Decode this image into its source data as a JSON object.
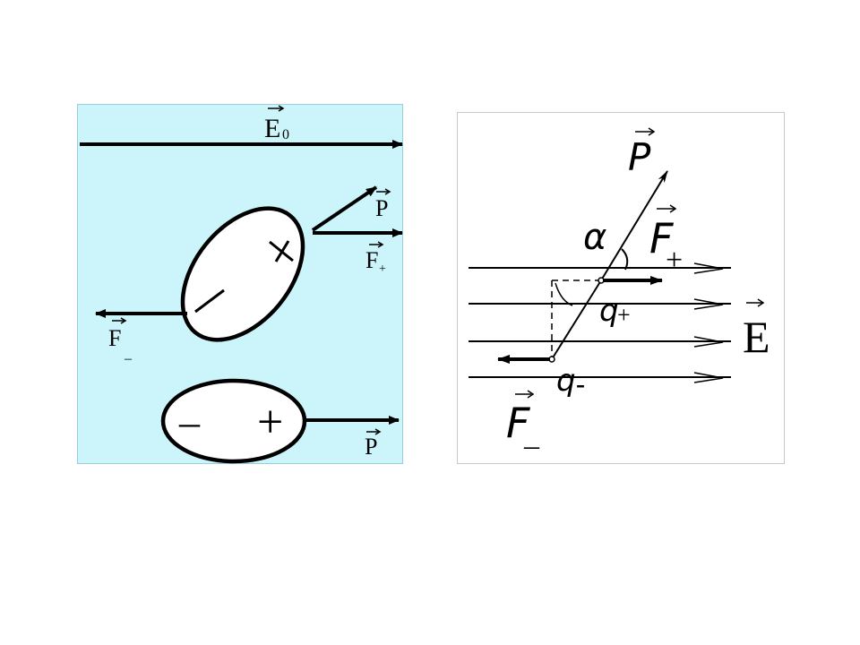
{
  "left_diagram": {
    "field_label": "E",
    "field_subscript": "0",
    "dipole_label_upper": "P",
    "dipole_label_lower": "P",
    "force_plus_label": "F",
    "force_plus_subscript": "+",
    "force_minus_label": "F",
    "force_minus_subscript": "–",
    "upper_charge_plus": "+",
    "upper_charge_minus": "–",
    "lower_charge_minus": "–",
    "lower_charge_plus": "+",
    "colors": {
      "background": "#ccf5fb",
      "ink": "#000000"
    }
  },
  "right_diagram": {
    "dipole_label": "P",
    "angle_label": "α",
    "force_plus_label": "F",
    "force_plus_subscript": "+",
    "force_minus_label": "F",
    "force_minus_subscript": "–",
    "charge_plus_label": "q",
    "charge_plus_subscript": "+",
    "charge_minus_label": "q",
    "charge_minus_subscript": "-",
    "field_label": "E",
    "colors": {
      "background": "#ffffff",
      "ink": "#000000"
    }
  }
}
